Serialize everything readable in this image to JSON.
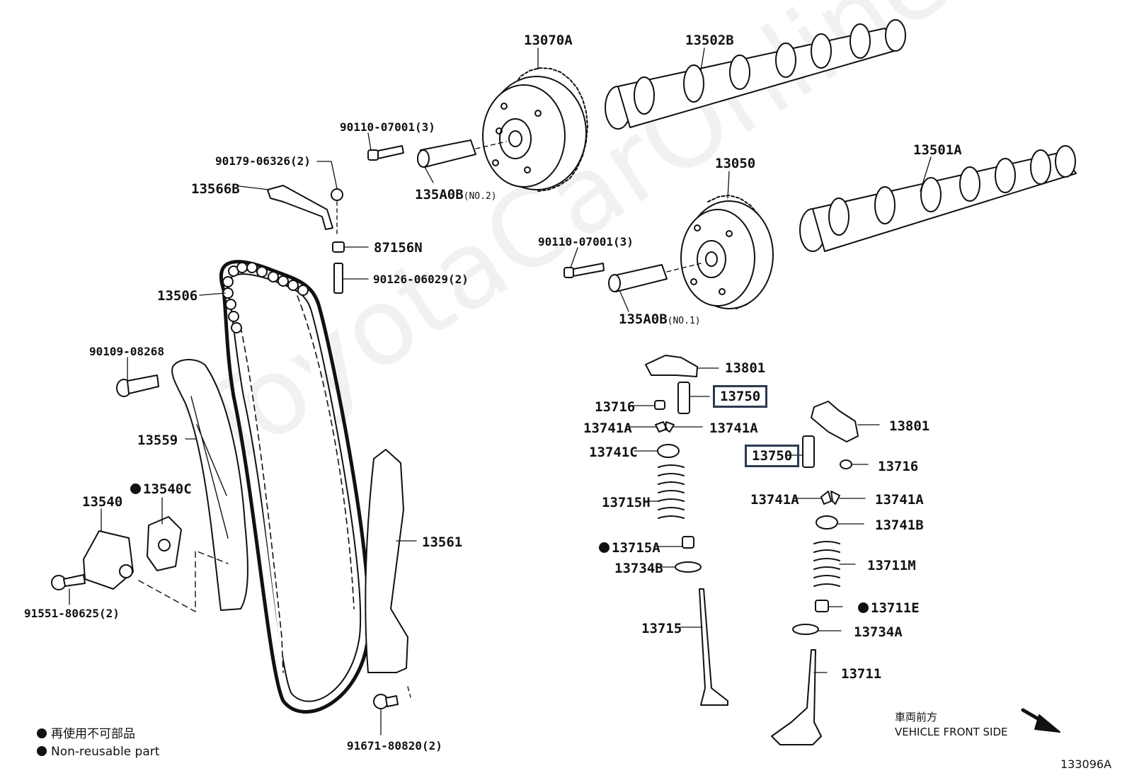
{
  "watermark": "ToyotaCarOnline.ru",
  "labels": {
    "p13070A": "13070A",
    "p13502B": "13502B",
    "p90110_top": "90110-07001(3)",
    "p90179": "90179-06326(2)",
    "p13566B": "13566B",
    "p135A0B_no2": "135A0B",
    "p135A0B_no2_sub": "(NO.2)",
    "p13050": "13050",
    "p13501A": "13501A",
    "p87156N": "87156N",
    "p90126": "90126-06029(2)",
    "p90110_mid": "90110-07001(3)",
    "p13506": "13506",
    "p135A0B_no1": "135A0B",
    "p135A0B_no1_sub": "(NO.1)",
    "p90109": "90109-08268",
    "p13801_a": "13801",
    "p13750_a": "13750",
    "p13716_a": "13716",
    "p13741A_a": "13741A",
    "p13741A_b": "13741A",
    "p13801_b": "13801",
    "p13559": "13559",
    "p13741C": "13741C",
    "p13750_b": "13750",
    "p13716_b": "13716",
    "p13540C": "13540C",
    "p13540": "13540",
    "p13715H": "13715H",
    "p13741A_c": "13741A",
    "p13741A_d": "13741A",
    "p13741B": "13741B",
    "p13561": "13561",
    "p13715A": "13715A",
    "p13734B": "13734B",
    "p13711M": "13711M",
    "p91551": "91551-80625(2)",
    "p13711E": "13711E",
    "p13715": "13715",
    "p13734A": "13734A",
    "p13711": "13711",
    "p91671": "91671-80820(2)"
  },
  "legend": {
    "jp": "再使用不可部品",
    "en": "Non-reusable part"
  },
  "direction": {
    "jp": "車両前方",
    "en": "VEHICLE FRONT SIDE"
  },
  "figure_id": "133096A",
  "colors": {
    "ink": "#111111",
    "box": "#2b3a4e"
  }
}
